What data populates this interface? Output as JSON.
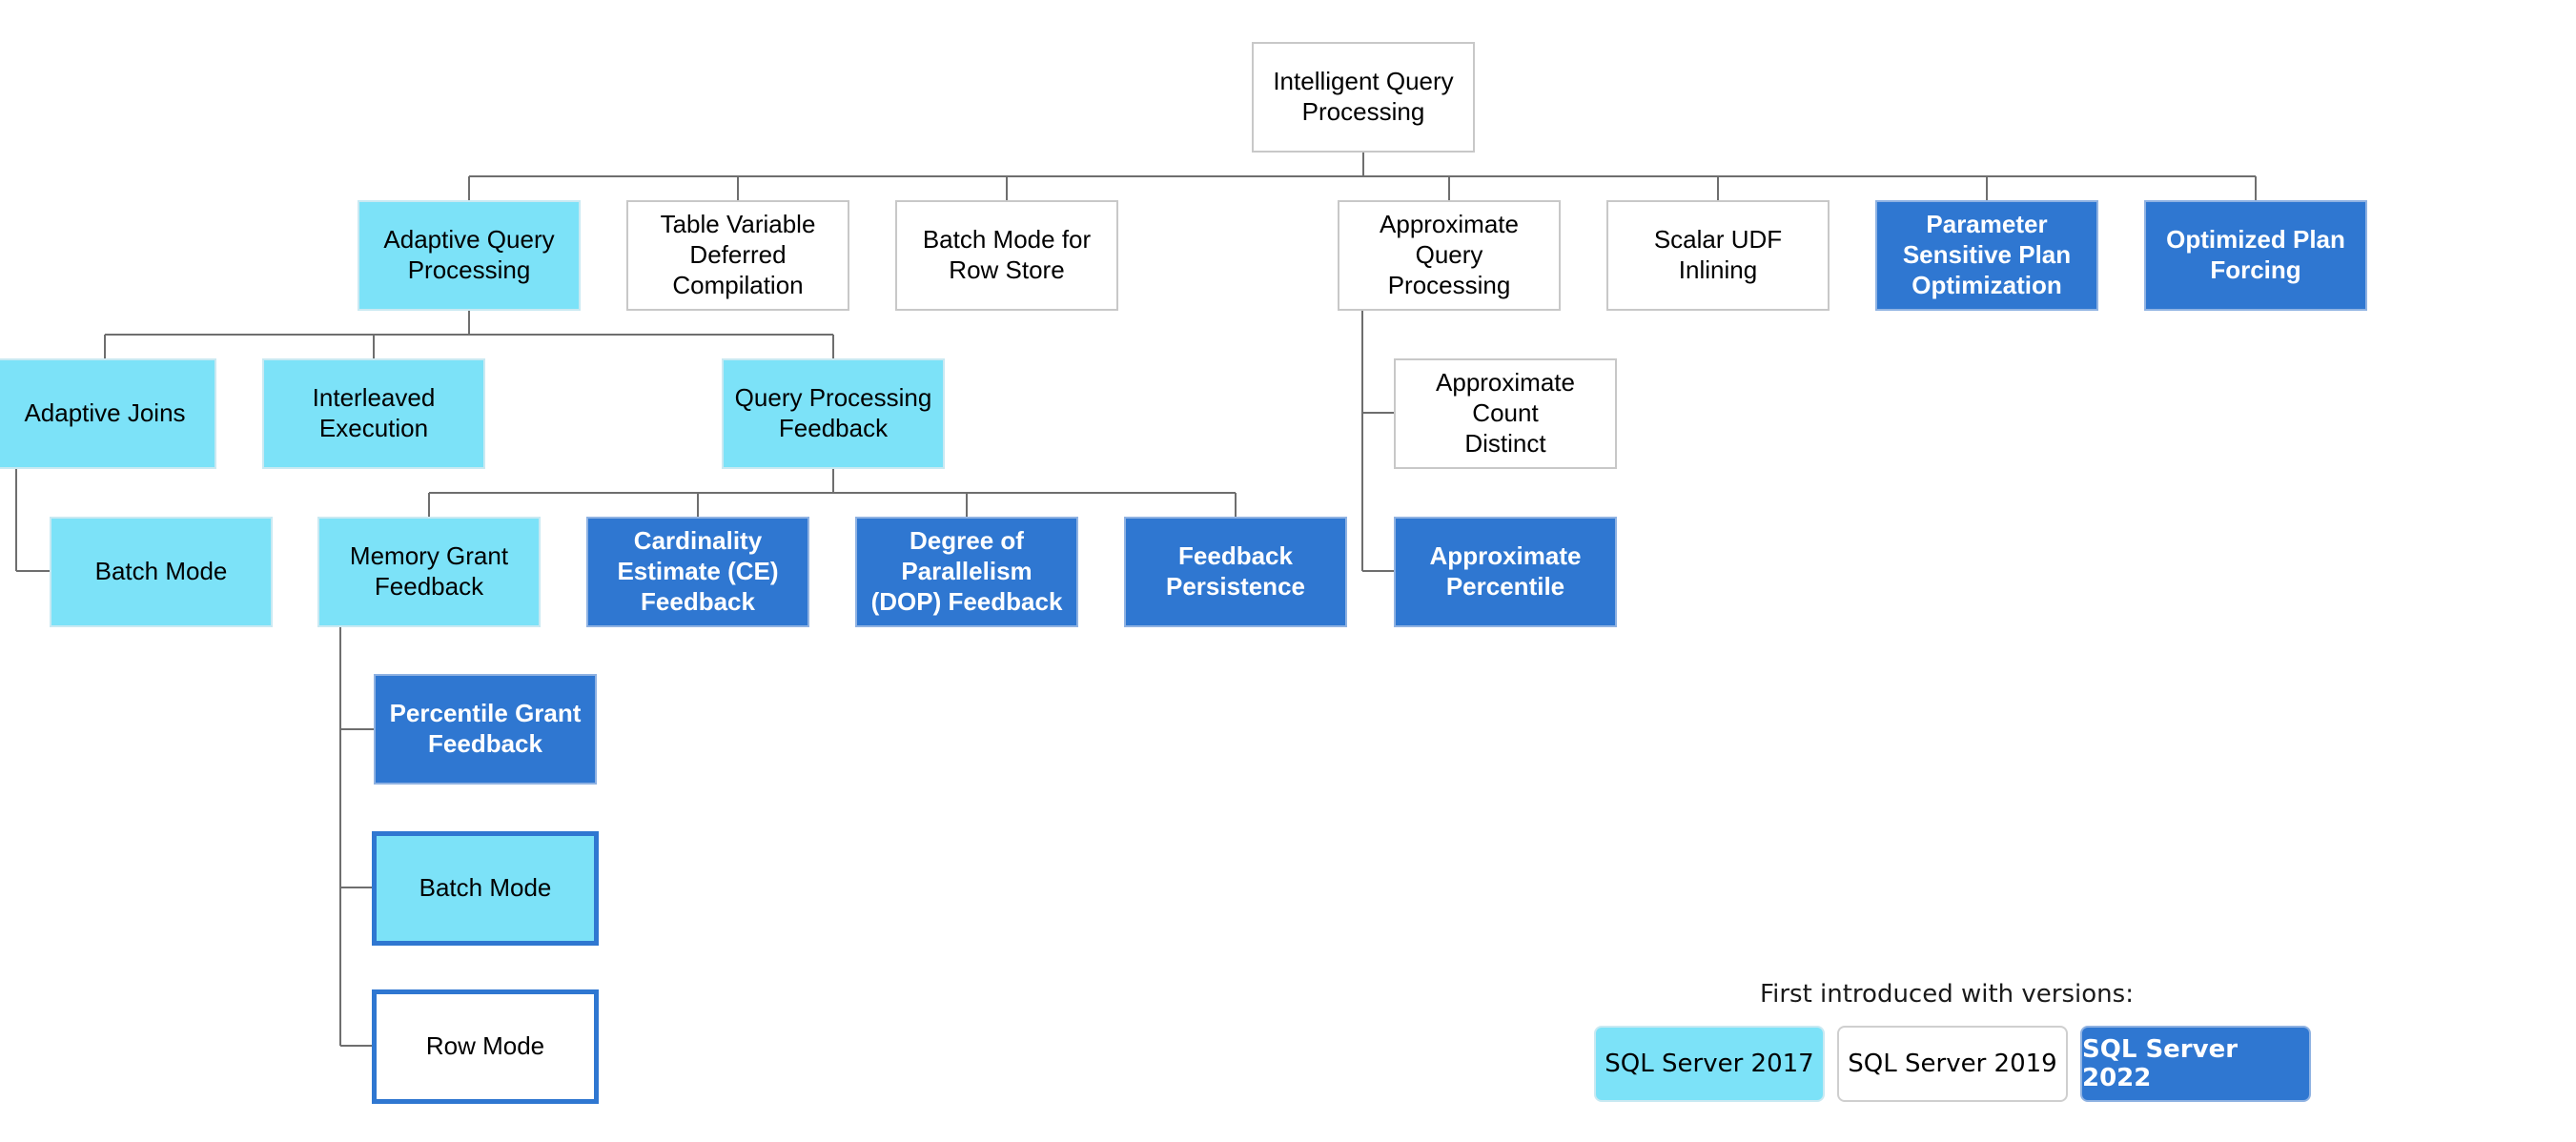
{
  "diagram": {
    "root": {
      "label": "Intelligent Query\nProcessing",
      "version": "2019"
    },
    "level1": [
      {
        "id": "adaptive-query-processing",
        "label": "Adaptive Query\nProcessing",
        "version": "2017"
      },
      {
        "id": "table-variable-deferred-compilation",
        "label": "Table Variable\nDeferred\nCompilation",
        "version": "2019"
      },
      {
        "id": "batch-mode-row-store",
        "label": "Batch Mode for\nRow Store",
        "version": "2019"
      },
      {
        "id": "approximate-query-processing",
        "label": "Approximate Query\nProcessing",
        "version": "2019"
      },
      {
        "id": "scalar-udf-inlining",
        "label": "Scalar UDF Inlining",
        "version": "2019"
      },
      {
        "id": "parameter-sensitive-plan-optimization",
        "label": "Parameter\nSensitive Plan\nOptimization",
        "version": "2022"
      },
      {
        "id": "optimized-plan-forcing",
        "label": "Optimized Plan\nForcing",
        "version": "2022"
      }
    ],
    "aqp_children": [
      {
        "id": "adaptive-joins",
        "label": "Adaptive Joins",
        "version": "2017"
      },
      {
        "id": "interleaved-execution",
        "label": "Interleaved\nExecution",
        "version": "2017"
      },
      {
        "id": "query-processing-feedback",
        "label": "Query Processing\nFeedback",
        "version": "2017"
      }
    ],
    "adaptive_joins_children": [
      {
        "id": "batch-mode-joins",
        "label": "Batch Mode",
        "version": "2017"
      }
    ],
    "qpf_children": [
      {
        "id": "memory-grant-feedback",
        "label": "Memory Grant\nFeedback",
        "version": "2017"
      },
      {
        "id": "cardinality-estimate-feedback",
        "label": "Cardinality\nEstimate (CE)\nFeedback",
        "version": "2022"
      },
      {
        "id": "degree-of-parallelism-feedback",
        "label": "Degree of\nParallelism\n(DOP) Feedback",
        "version": "2022"
      },
      {
        "id": "feedback-persistence",
        "label": "Feedback\nPersistence",
        "version": "2022"
      }
    ],
    "mgf_children": [
      {
        "id": "percentile-grant-feedback",
        "label": "Percentile Grant\nFeedback",
        "version": "2022"
      },
      {
        "id": "batch-mode-mgf",
        "label": "Batch Mode",
        "version": "2017",
        "emphasis": true
      },
      {
        "id": "row-mode-mgf",
        "label": "Row Mode",
        "version": "2019",
        "emphasis": true
      }
    ],
    "approx_children": [
      {
        "id": "approximate-count-distinct",
        "label": "Approximate Count\nDistinct",
        "version": "2019"
      },
      {
        "id": "approximate-percentile",
        "label": "Approximate\nPercentile",
        "version": "2022"
      }
    ]
  },
  "legend": {
    "title": "First introduced with versions:",
    "items": [
      {
        "label": "SQL Server 2017",
        "version": "2017"
      },
      {
        "label": "SQL Server 2019",
        "version": "2019"
      },
      {
        "label": "SQL Server 2022",
        "version": "2022"
      }
    ]
  },
  "colors": {
    "sql2017": "#7ce2f8",
    "sql2019": "#ffffff",
    "sql2022": "#2f77d1",
    "connector": "#6e6e6e"
  }
}
